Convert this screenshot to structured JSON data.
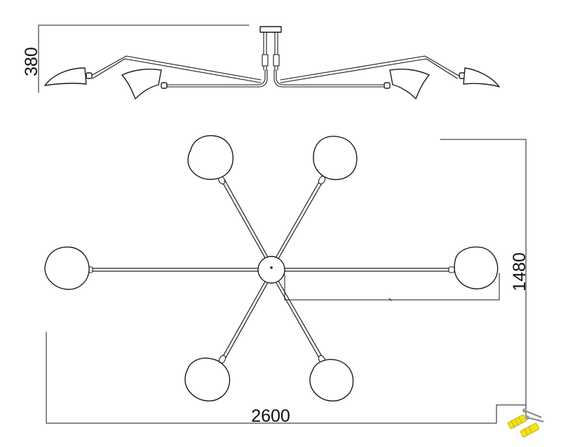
{
  "dimensions": {
    "height_label": "380",
    "span_label": "1480",
    "width_label": "2600"
  },
  "colors": {
    "line": "#1a1a1a",
    "background": "#ffffff",
    "anchor_fill": "#f2e21a",
    "screw": "#8a8a8a"
  },
  "icons": {
    "hardware": "wall-anchor-screw-icon"
  }
}
